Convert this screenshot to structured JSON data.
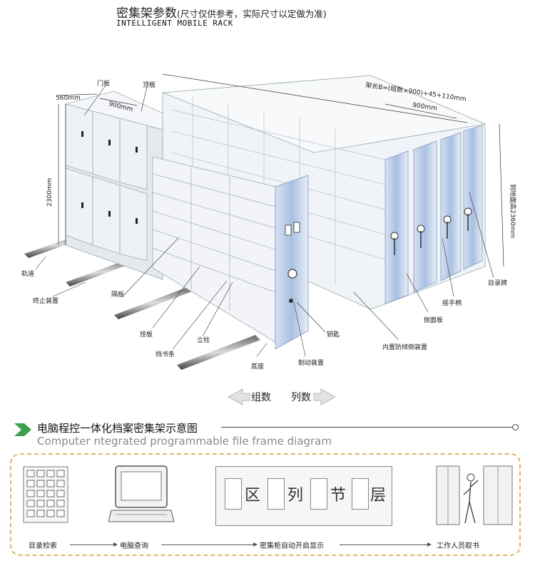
{
  "header": {
    "title_cn": "密集架参数",
    "title_note": "(尺寸仅供参考，实际尺寸以定做为准)",
    "title_en": "INTELLIGENT MOBILE RACK"
  },
  "dimensions": {
    "d560": "560mm",
    "d900a": "900mm",
    "d900b": "900mm",
    "d2300": "2300mm",
    "length_formula": "架长B=(组数×900)+45+110mm",
    "height_total": "到地面高2360mm"
  },
  "labels": {
    "door": "门板",
    "top": "顶板",
    "track": "轨道",
    "stop_device": "终止装置",
    "shelf": "隔板",
    "hanger": "挂板",
    "book_stop": "挡书条",
    "column": "立柱",
    "base": "底座",
    "brake": "制动装置",
    "key": "钥匙",
    "anti_tilt": "内置防倾倒装置",
    "side_panel": "侧面板",
    "handle": "摇手柄",
    "catalog": "目录牌"
  },
  "direction": {
    "groups": "组数",
    "columns": "列数"
  },
  "section": {
    "title_cn": "电脑程控一体化档案密集架示意图",
    "title_en": "Computer ntegrated programmable file frame diagram"
  },
  "flow": {
    "step1": "目录检索",
    "step2": "电脑查询",
    "step3": "密集柜自动开启显示",
    "step4": "工作人员取书",
    "display_chars": [
      "区",
      "列",
      "节",
      "层"
    ]
  },
  "colors": {
    "rack_face": "#eef1f5",
    "side_blue": "#b8cde8",
    "frame_dashed": "#e0b36a",
    "accent_green": "#3aa04a"
  }
}
